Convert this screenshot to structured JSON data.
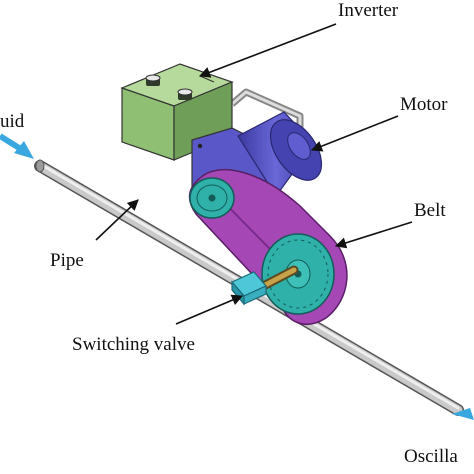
{
  "labels": {
    "inverter": "Inverter",
    "motor": "Motor",
    "belt": "Belt",
    "pipe": "Pipe",
    "switching_valve": "Switching valve",
    "fluid_fragment": "uid",
    "oscilla_fragment": "Oscilla"
  },
  "colors": {
    "inverter": "#8fbf73",
    "motor": "#5a58c8",
    "belt": "#9a3aa8",
    "pulley": "#2fb0a8",
    "pipe": "#b8b8b8",
    "flow_arrow": "#3aa8e0",
    "valve": "#3ab8c8"
  }
}
